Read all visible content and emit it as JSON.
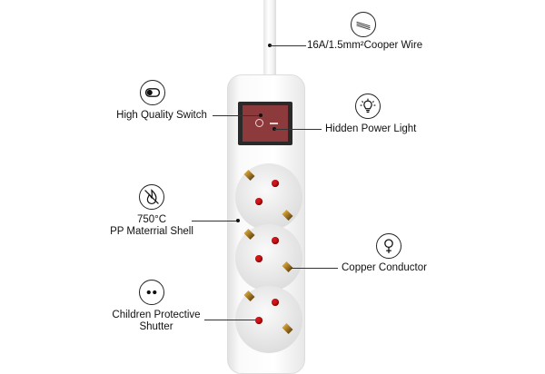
{
  "labels": {
    "wire": "16A/1.5mm²Cooper Wire",
    "switch": "High Quality Switch",
    "light": "Hidden Power Light",
    "shell_temp": "750°C",
    "shell": "PP Materrial Shell",
    "conductor": "Copper Conductor",
    "shutter_line1": "Children Protective",
    "shutter_line2": "Shutter"
  },
  "colors": {
    "switch_red": "#8c3a3c",
    "pin_red": "#d1161b"
  }
}
